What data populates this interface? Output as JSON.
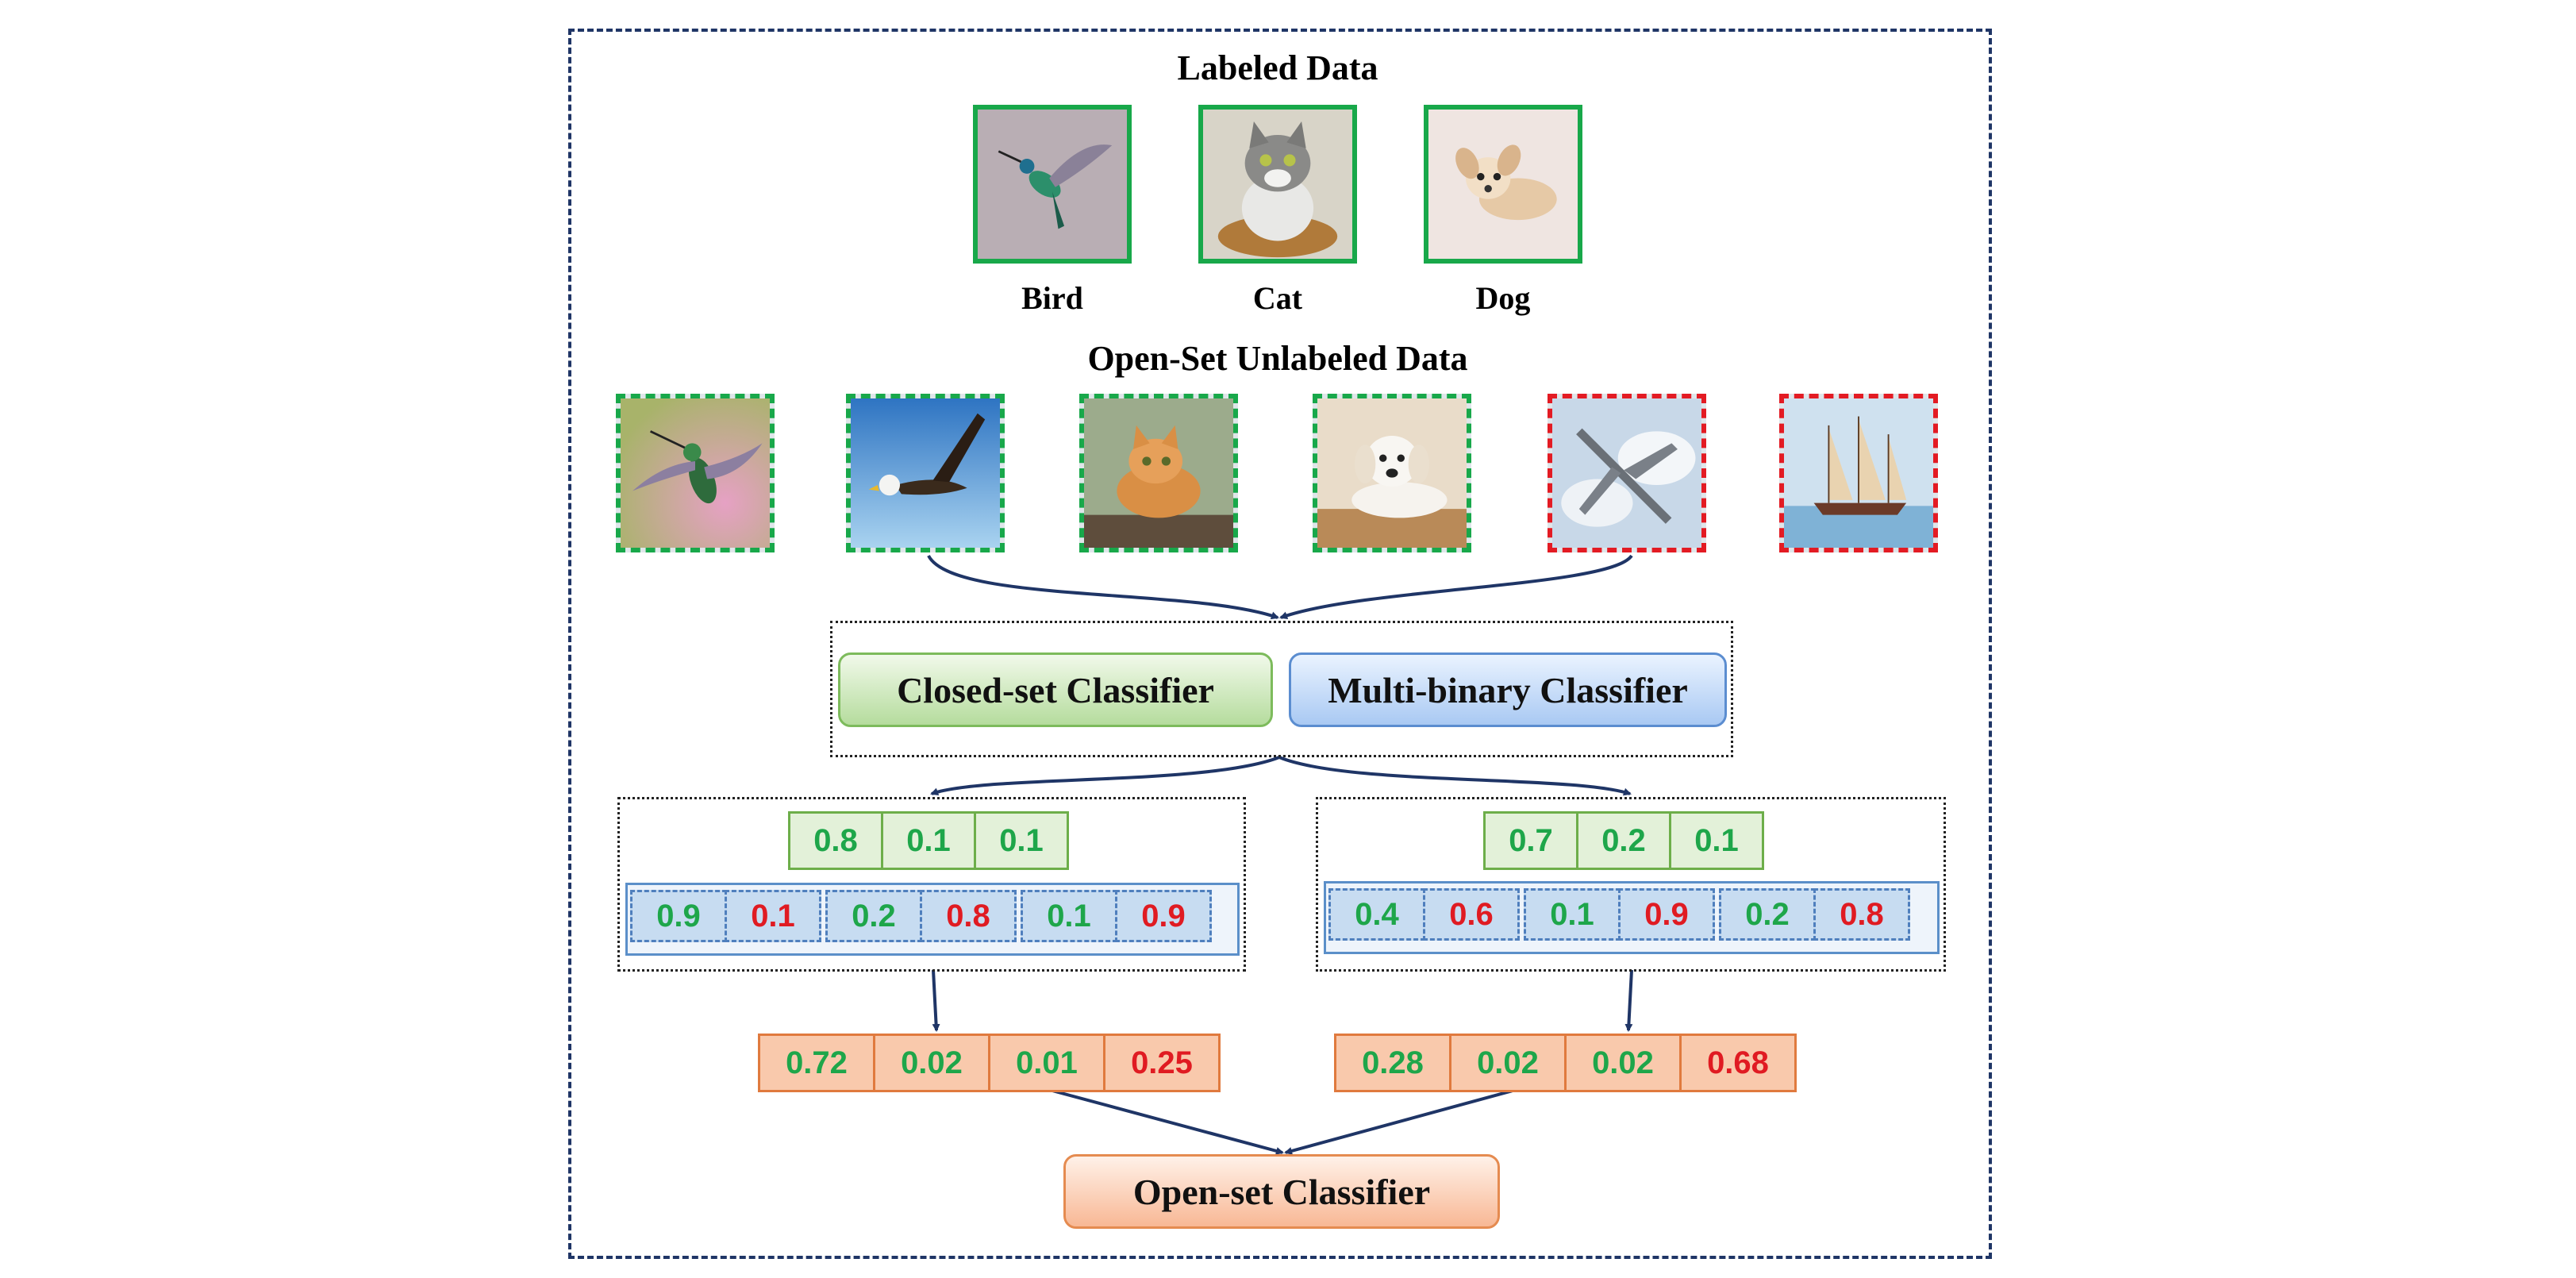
{
  "labeled_title": "Labeled Data",
  "labeled_images": [
    {
      "label": "Bird",
      "icon": "bird-icon",
      "bg": "#b9aeb4"
    },
    {
      "label": "Cat",
      "icon": "cat-icon",
      "bg": "#d8d4c8"
    },
    {
      "label": "Dog",
      "icon": "dog-icon",
      "bg": "#efe5e1"
    }
  ],
  "unlabeled_title": "Open-Set Unlabeled Data",
  "unlabeled_images": [
    {
      "icon": "hummingbird-icon",
      "border": "green",
      "bg": "#d7b3c6"
    },
    {
      "icon": "eagle-icon",
      "border": "green",
      "bg": "#5aa1d8"
    },
    {
      "icon": "cat-icon",
      "border": "green",
      "bg": "#9cab8c"
    },
    {
      "icon": "dog-icon",
      "border": "green",
      "bg": "#e9dcc9"
    },
    {
      "icon": "airplane-icon",
      "border": "red",
      "bg": "#c8d8e8"
    },
    {
      "icon": "sailboat-icon",
      "border": "red",
      "bg": "#cfe1ef"
    }
  ],
  "classifiers": {
    "closed_set": "Closed-set Classifier",
    "multi_binary": "Multi-binary Classifier",
    "open_set": "Open-set Classifier"
  },
  "left_branch": {
    "closed_scores": [
      "0.8",
      "0.1",
      "0.1"
    ],
    "binary_pairs": [
      [
        "0.9",
        "0.1"
      ],
      [
        "0.2",
        "0.8"
      ],
      [
        "0.1",
        "0.9"
      ]
    ],
    "combined": [
      "0.72",
      "0.02",
      "0.01",
      "0.25"
    ]
  },
  "right_branch": {
    "closed_scores": [
      "0.7",
      "0.2",
      "0.1"
    ],
    "binary_pairs": [
      [
        "0.4",
        "0.6"
      ],
      [
        "0.1",
        "0.9"
      ],
      [
        "0.2",
        "0.8"
      ]
    ],
    "combined": [
      "0.28",
      "0.02",
      "0.02",
      "0.68"
    ]
  },
  "colors": {
    "green": "#1ea64a",
    "red": "#e01b22",
    "arrow": "#1f3566"
  }
}
